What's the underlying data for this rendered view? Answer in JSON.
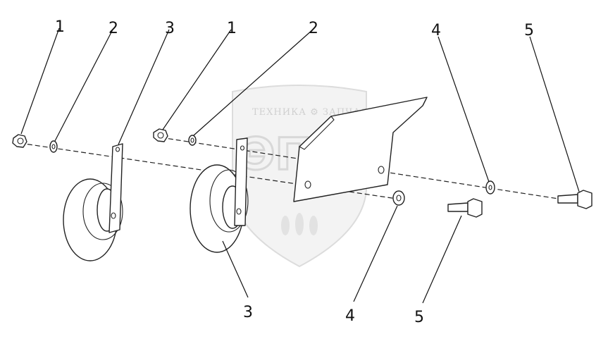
{
  "watermark": {
    "top_text": "ТЕХНИКА ⚙ ЗАПЧАСТИ",
    "logo_text": "ЭПФ"
  },
  "callouts": [
    {
      "id": "c1-left",
      "label": "1"
    },
    {
      "id": "c2-left",
      "label": "2"
    },
    {
      "id": "c3-left",
      "label": "3"
    },
    {
      "id": "c1-right",
      "label": "1"
    },
    {
      "id": "c2-right",
      "label": "2"
    },
    {
      "id": "c4-top",
      "label": "4"
    },
    {
      "id": "c5-top",
      "label": "5"
    },
    {
      "id": "c3-bottom",
      "label": "3"
    },
    {
      "id": "c4-bottom",
      "label": "4"
    },
    {
      "id": "c5-bottom",
      "label": "5"
    }
  ]
}
